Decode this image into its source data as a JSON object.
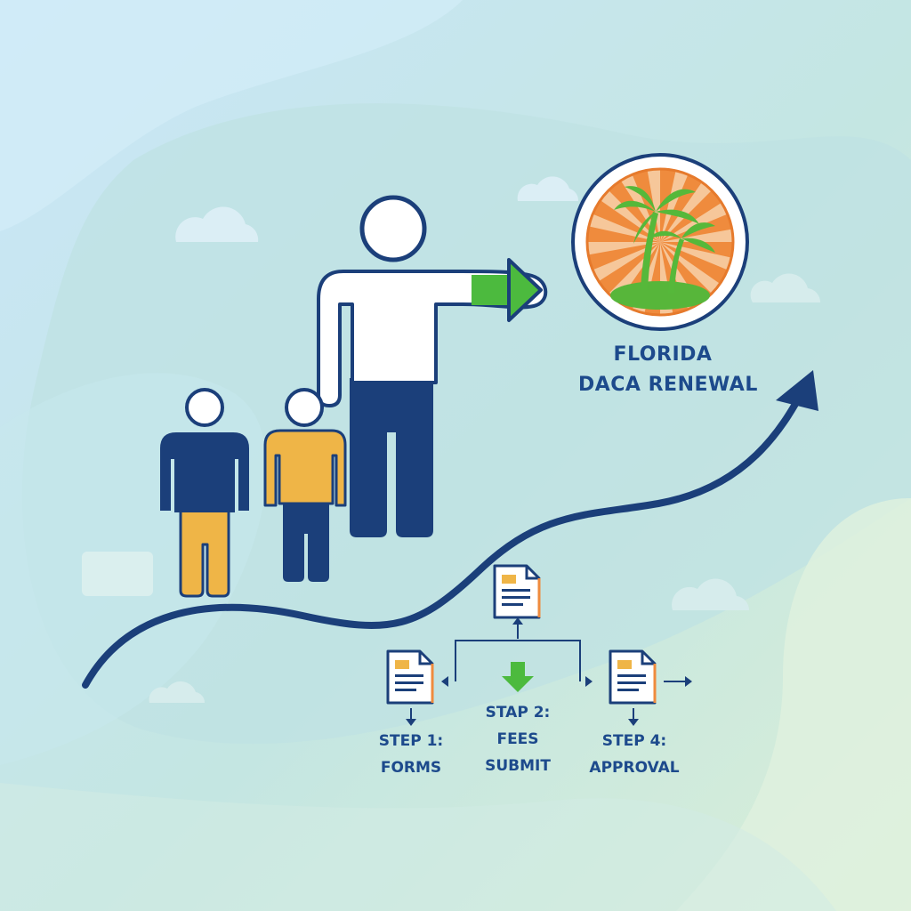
{
  "title": {
    "line1": "FLORIDA",
    "line2": "DACA RENEWAL"
  },
  "steps": [
    {
      "line1": "STEP 1:",
      "line2": "FORMS"
    },
    {
      "line1": "STAP 2:",
      "line2": "FEES",
      "line3": "SUBMIT"
    },
    {
      "line1": "STEP 4:",
      "line2": "APPROVAL"
    }
  ],
  "colors": {
    "navy": "#1b3f7a",
    "gold": "#efb547",
    "green": "#4cba3e",
    "orange": "#ef8b3d",
    "palm": "#5cba3c"
  },
  "icons": [
    "document-icon",
    "palm-tree-icon",
    "sunburst-seal-icon",
    "arrow-icon",
    "person-icon",
    "cloud-icon"
  ]
}
